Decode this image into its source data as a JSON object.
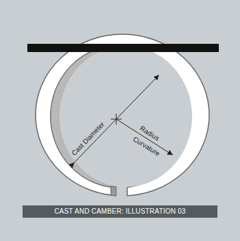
{
  "diagram": {
    "caption": "CAST AND CAMBER: ILLUSTRATION 03",
    "labels": [
      "Cast Diameter",
      "Radius",
      "Curvature"
    ]
  }
}
